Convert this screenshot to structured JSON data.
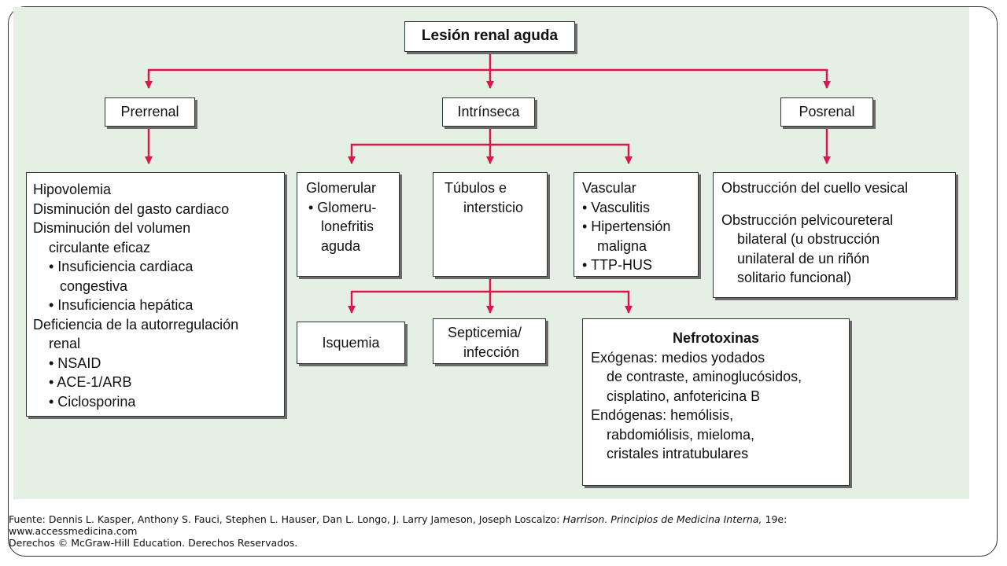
{
  "diagram": {
    "root": "Lesión renal aguda",
    "categories": {
      "prerrenal": "Prerrenal",
      "intrinseca": "Intrínseca",
      "posrenal": "Posrenal"
    },
    "prerrenal_detail": [
      "Hipovolemia",
      "Disminución del gasto cardiaco",
      "Disminución del volumen",
      "circulante eficaz",
      "• Insuficiencia cardiaca",
      "congestiva",
      "• Insuficiencia hepática",
      "Deficiencia de la autorregulación",
      "renal",
      "• NSAID",
      "• ACE-1/ARB",
      "• Ciclosporina"
    ],
    "glomerular": [
      "Glomerular",
      "• Glomeru-",
      "lonefritis",
      "aguda"
    ],
    "tubulos": [
      "Túbulos e",
      "intersticio"
    ],
    "vascular": [
      "Vascular",
      "• Vasculitis",
      "• Hipertensión",
      "maligna",
      "• TTP-HUS"
    ],
    "posrenal_detail": [
      "Obstrucción del cuello vesical",
      "Obstrucción pelvicoureteral",
      "bilateral (u obstrucción",
      "unilateral de un riñón",
      "solitario funcional)"
    ],
    "isquemia": "Isquemia",
    "septicemia": [
      "Septicemia/",
      "infección"
    ],
    "nefrotoxinas": {
      "title": "Nefrotoxinas",
      "lines": [
        "Exógenas: medios yodados",
        "de contraste, aminoglucósidos,",
        "cisplatino, anfotericina B",
        "Endógenas: hemólisis,",
        "rabdomiólisis, mieloma,",
        "cristales intratubulares"
      ]
    }
  },
  "footer": {
    "line1_prefix": "Fuente: Dennis L. Kasper, Anthony S. Fauci, Stephen L. Hauser, Dan L. Longo, J. Larry Jameson, Joseph Loscalzo: ",
    "line1_book": "Harrison. Principios de Medicina Interna,",
    "line1_suffix": " 19e:",
    "line2": "www.accessmedicina.com",
    "line3": "Derechos © McGraw-Hill Education. Derechos Reservados."
  },
  "colors": {
    "background": "#e3f0e3",
    "arrow": "#d8174a",
    "box_border": "#333333",
    "box_shadow": "#6b6b6b"
  }
}
